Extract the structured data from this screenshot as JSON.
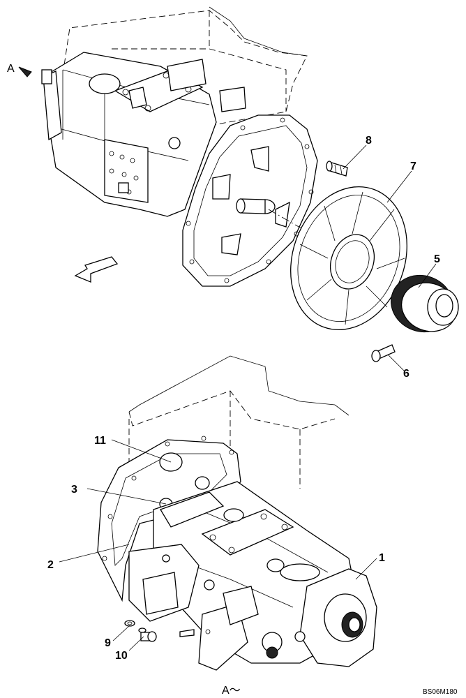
{
  "diagram": {
    "view_marker_top": "A",
    "view_caption_bottom": "A～",
    "drawing_code": "BS06M180",
    "callouts": [
      {
        "id": "8",
        "label": "8"
      },
      {
        "id": "7",
        "label": "7"
      },
      {
        "id": "5",
        "label": "5"
      },
      {
        "id": "6",
        "label": "6"
      },
      {
        "id": "11",
        "label": "11"
      },
      {
        "id": "3",
        "label": "3"
      },
      {
        "id": "2",
        "label": "2"
      },
      {
        "id": "1",
        "label": "1"
      },
      {
        "id": "9",
        "label": "9"
      },
      {
        "id": "10",
        "label": "10"
      }
    ]
  }
}
